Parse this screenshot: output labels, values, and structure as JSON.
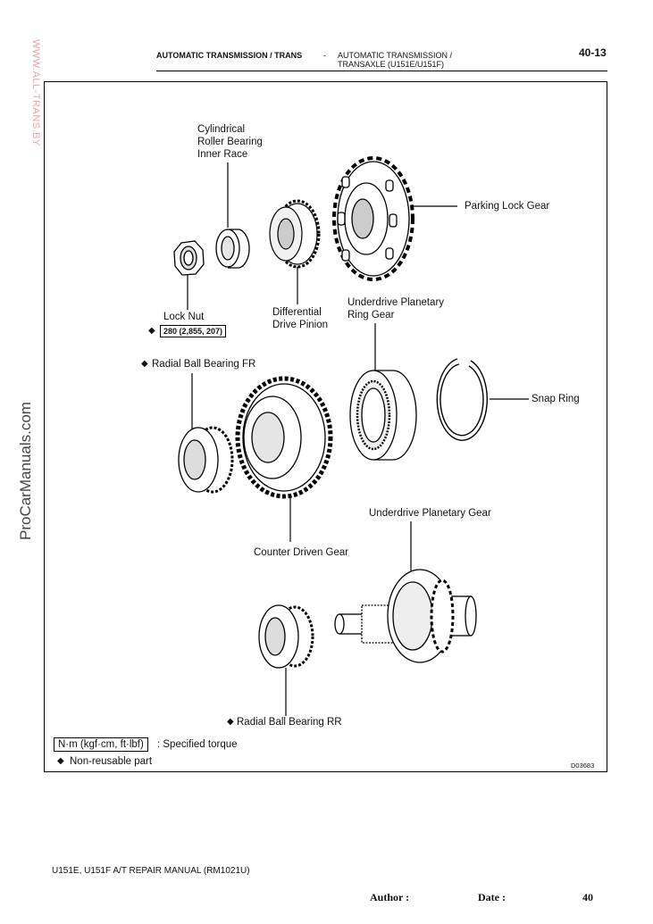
{
  "header": {
    "left": "AUTOMATIC TRANSMISSION / TRANS",
    "sep": "-",
    "right1": "AUTOMATIC TRANSMISSION /",
    "right2": "TRANSAXLE (U151E/U151F)",
    "page": "40-13"
  },
  "watermarks": {
    "top": "WWW.ALL-TRANS.BY",
    "side": "ProCarManuals.com"
  },
  "labels": {
    "cyl_bearing": "Cylindrical\nRoller Bearing\nInner Race",
    "parking_lock_gear": "Parking Lock Gear",
    "lock_nut": "Lock Nut",
    "torque_value": "280 (2,855, 207)",
    "diff_drive_pinion": "Differential\nDrive Pinion",
    "ud_ring_gear": "Underdrive Planetary\nRing Gear",
    "radial_fr": "Radial Ball Bearing FR",
    "snap_ring": "Snap Ring",
    "ud_planetary_gear": "Underdrive Planetary Gear",
    "counter_driven_gear": "Counter Driven Gear",
    "radial_rr": "Radial Ball Bearing RR",
    "diamond": "◆"
  },
  "legend": {
    "unit_box": "N·m (kgf·cm, ft·lbf)",
    "unit_text": ": Specified torque",
    "nonreusable": "Non-reusable part"
  },
  "figure_code": "D03683",
  "footer": {
    "manual": "U151E, U151F A/T REPAIR MANUAL   (RM1021U)",
    "author": "Author :",
    "date": "Date :",
    "page": "40"
  }
}
